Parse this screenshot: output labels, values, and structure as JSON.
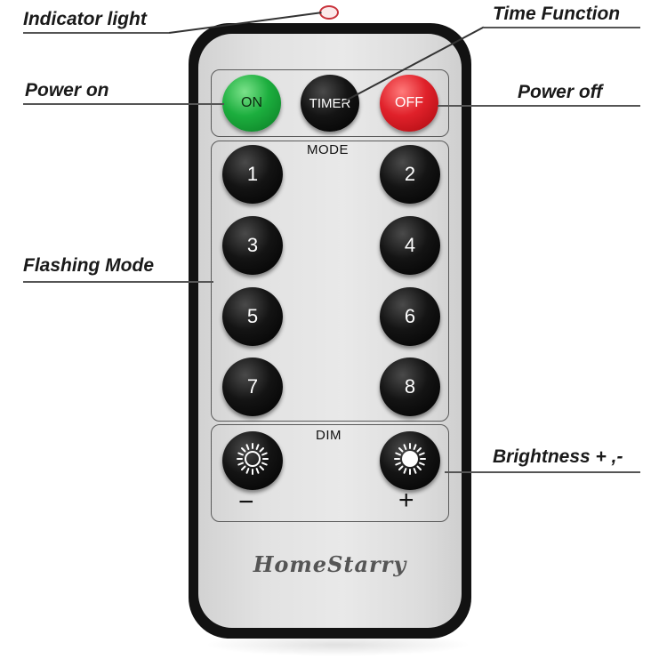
{
  "callouts": {
    "indicator_light": "Indicator light",
    "time_function": "Time Function",
    "power_on": "Power on",
    "power_off": "Power off",
    "flashing_mode": "Flashing Mode",
    "brightness": "Brightness + ,-"
  },
  "top_buttons": {
    "on": "ON",
    "timer": "TIMER",
    "off": "OFF"
  },
  "mode": {
    "label": "MODE",
    "buttons": [
      "1",
      "2",
      "3",
      "4",
      "5",
      "6",
      "7",
      "8"
    ]
  },
  "dim": {
    "label": "DIM",
    "minus": "−",
    "plus": "+"
  },
  "brand": "HomeStarry",
  "colors": {
    "on_button": "#1cae3e",
    "off_button": "#e0212a",
    "timer_button": "#141414",
    "remote_body": "#121212",
    "remote_face": "#e2e2e2"
  },
  "icons": {
    "dim_minus": "sun-outline-icon",
    "dim_plus": "sun-filled-icon"
  }
}
